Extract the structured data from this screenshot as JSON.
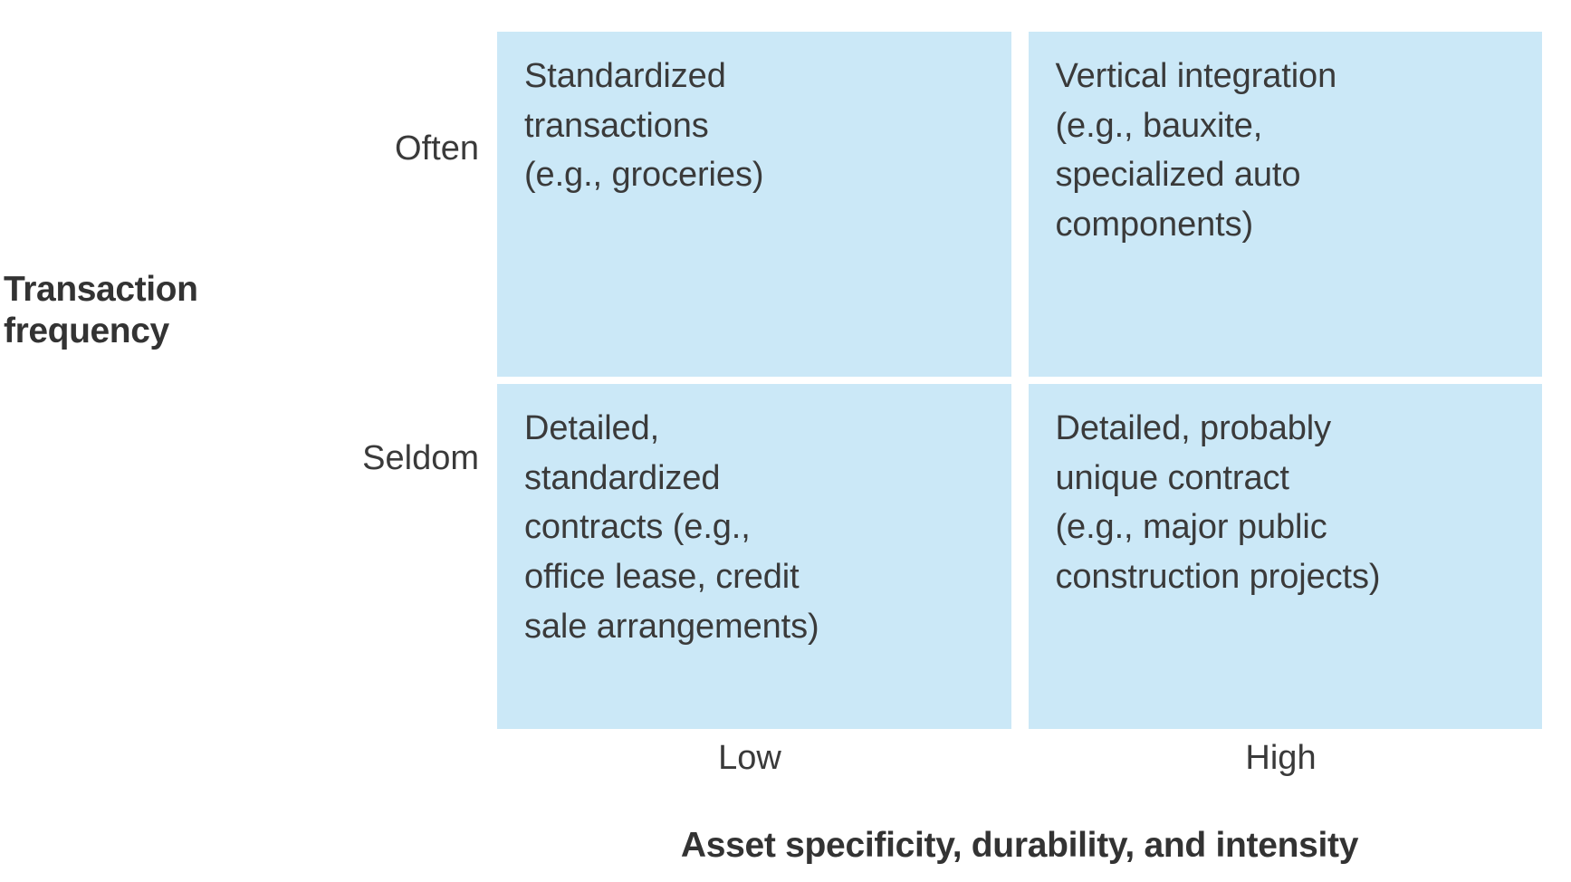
{
  "figure": {
    "type": "matrix-2x2",
    "background_color": "#ffffff",
    "cell_color": "#cbe8f7",
    "text_color": "#3a3a3a",
    "title_color": "#333333"
  },
  "y_axis": {
    "title": "Transaction frequency",
    "ticks": [
      {
        "label": "Often"
      },
      {
        "label": "Seldom"
      }
    ]
  },
  "x_axis": {
    "title": "Asset specificity, durability, and intensity",
    "ticks": [
      {
        "label": "Low"
      },
      {
        "label": "High"
      }
    ]
  },
  "cells": [
    {
      "id": "often-low",
      "row": "Often",
      "column": "Low",
      "text": "Standardized\ntransactions\n(e.g., groceries)"
    },
    {
      "id": "often-high",
      "row": "Often",
      "column": "High",
      "text": "Vertical integration\n(e.g., bauxite,\nspecialized auto\ncomponents)"
    },
    {
      "id": "seldom-low",
      "row": "Seldom",
      "column": "Low",
      "text": "Detailed,\nstandardized\ncontracts (e.g.,\noffice lease, credit\nsale arrangements)"
    },
    {
      "id": "seldom-high",
      "row": "Seldom",
      "column": "High",
      "text": "Detailed, probably\nunique contract\n(e.g., major public\nconstruction projects)"
    }
  ],
  "chart_data": {
    "type": "table",
    "title": "",
    "xlabel": "Asset specificity, durability, and intensity",
    "ylabel": "Transaction frequency",
    "columns": [
      "Low",
      "High"
    ],
    "rows": [
      "Often",
      "Seldom"
    ],
    "values": [
      [
        "Standardized transactions (e.g., groceries)",
        "Vertical integration (e.g., bauxite, specialized auto components)"
      ],
      [
        "Detailed, standardized contracts (e.g., office lease, credit sale arrangements)",
        "Detailed, probably unique contract (e.g., major public construction projects)"
      ]
    ]
  }
}
